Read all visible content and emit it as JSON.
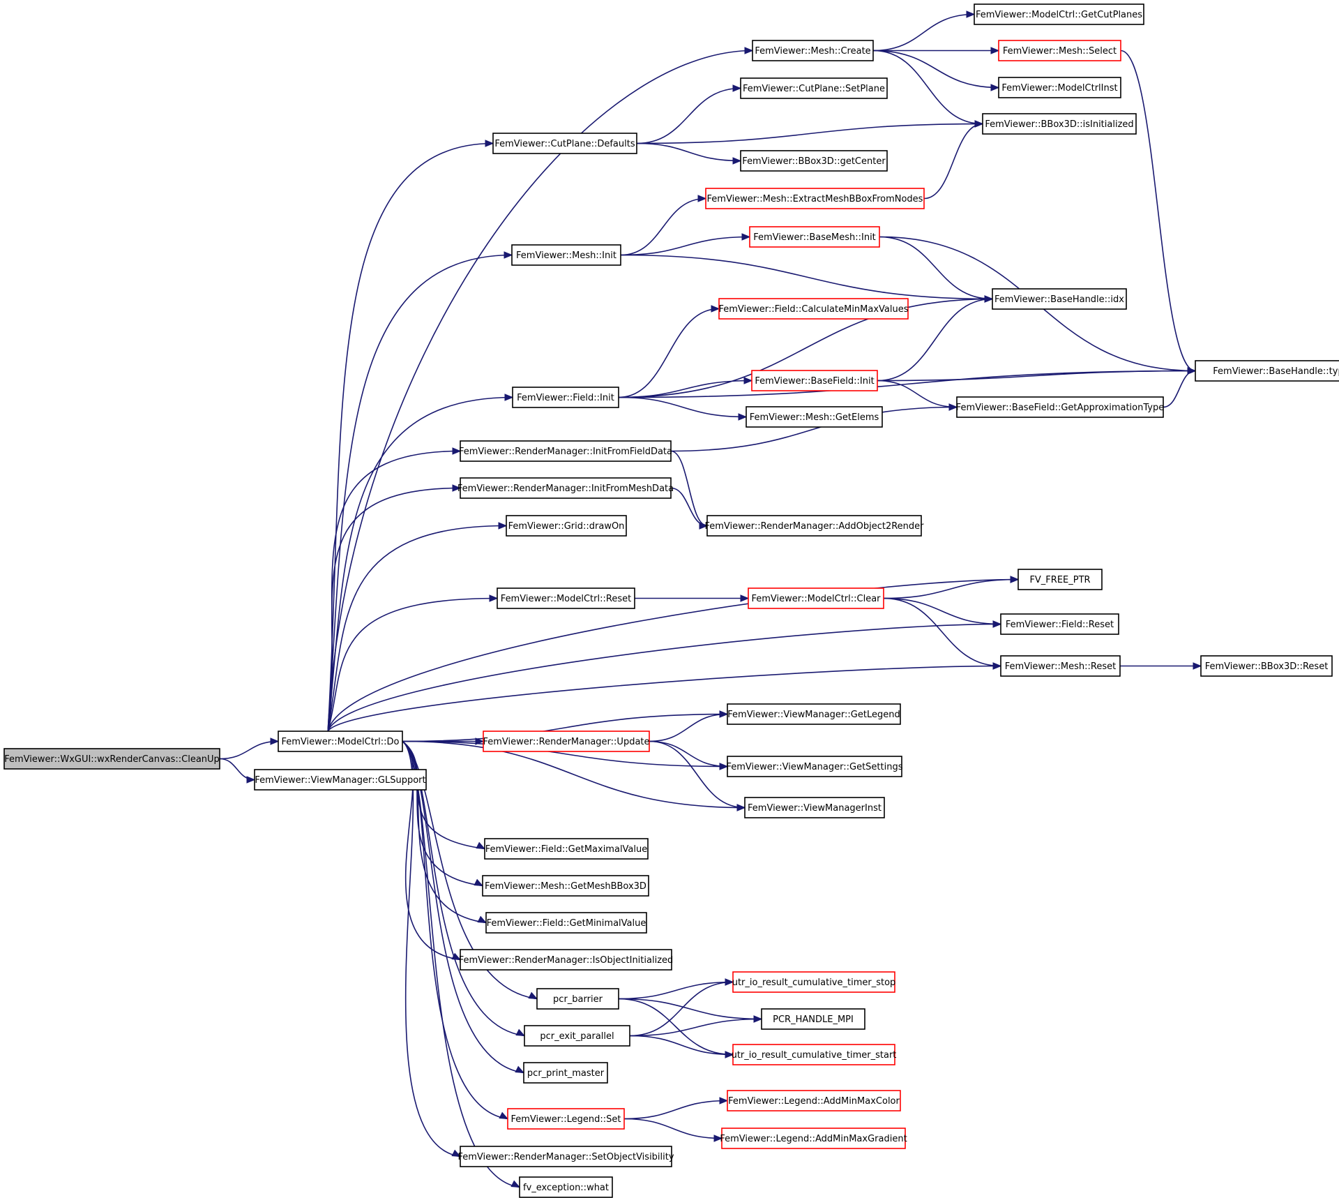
{
  "colors": {
    "edge": "#191970",
    "node_border": "#000000",
    "node_border_highlight": "#ff0000",
    "node_fill": "#ffffff",
    "root_fill": "#bfbfbf"
  },
  "nodes": [
    {
      "id": "root",
      "label": "FemViewer::WxGUI::wxRenderCanvas::CleanUp",
      "style": "root"
    },
    {
      "id": "do",
      "label": "FemViewer::ModelCtrl::Do",
      "style": "normal"
    },
    {
      "id": "glsupport",
      "label": "FemViewer::ViewManager::GLSupport",
      "style": "normal"
    },
    {
      "id": "mesh_create",
      "label": "FemViewer::Mesh::Create",
      "style": "normal"
    },
    {
      "id": "getcutplanes",
      "label": "FemViewer::ModelCtrl::GetCutPlanes",
      "style": "normal"
    },
    {
      "id": "mesh_select",
      "label": "FemViewer::Mesh::Select",
      "style": "red"
    },
    {
      "id": "modelctrlinst",
      "label": "FemViewer::ModelCtrlInst",
      "style": "normal"
    },
    {
      "id": "isinit",
      "label": "FemViewer::BBox3D::isInitialized",
      "style": "normal"
    },
    {
      "id": "setplane",
      "label": "FemViewer::CutPlane::SetPlane",
      "style": "normal"
    },
    {
      "id": "defaults",
      "label": "FemViewer::CutPlane::Defaults",
      "style": "normal"
    },
    {
      "id": "getcenter",
      "label": "FemViewer::BBox3D::getCenter",
      "style": "normal"
    },
    {
      "id": "extract",
      "label": "FemViewer::Mesh::ExtractMeshBBoxFromNodes",
      "style": "red"
    },
    {
      "id": "mesh_init",
      "label": "FemViewer::Mesh::Init",
      "style": "normal"
    },
    {
      "id": "basemesh_init",
      "label": "FemViewer::BaseMesh::Init",
      "style": "red"
    },
    {
      "id": "idx",
      "label": "FemViewer::BaseHandle::idx",
      "style": "normal"
    },
    {
      "id": "calcminmax",
      "label": "FemViewer::Field::CalculateMinMaxValues",
      "style": "red"
    },
    {
      "id": "type",
      "label": "FemViewer::BaseHandle::type",
      "style": "normal"
    },
    {
      "id": "field_init",
      "label": "FemViewer::Field::Init",
      "style": "normal"
    },
    {
      "id": "basefield_init",
      "label": "FemViewer::BaseField::Init",
      "style": "red"
    },
    {
      "id": "getelems",
      "label": "FemViewer::Mesh::GetElems",
      "style": "normal"
    },
    {
      "id": "getapprox",
      "label": "FemViewer::BaseField::GetApproximationType",
      "style": "normal"
    },
    {
      "id": "initfield",
      "label": "FemViewer::RenderManager::InitFromFieldData",
      "style": "normal"
    },
    {
      "id": "initmesh",
      "label": "FemViewer::RenderManager::InitFromMeshData",
      "style": "normal"
    },
    {
      "id": "drawon",
      "label": "FemViewer::Grid::drawOn",
      "style": "normal"
    },
    {
      "id": "addobj",
      "label": "FemViewer::RenderManager::AddObject2Render",
      "style": "normal"
    },
    {
      "id": "fvfree",
      "label": "FV_FREE_PTR",
      "style": "normal"
    },
    {
      "id": "mc_reset",
      "label": "FemViewer::ModelCtrl::Reset",
      "style": "normal"
    },
    {
      "id": "mc_clear",
      "label": "FemViewer::ModelCtrl::Clear",
      "style": "red"
    },
    {
      "id": "field_reset",
      "label": "FemViewer::Field::Reset",
      "style": "normal"
    },
    {
      "id": "mesh_reset",
      "label": "FemViewer::Mesh::Reset",
      "style": "normal"
    },
    {
      "id": "bbox_reset",
      "label": "FemViewer::BBox3D::Reset",
      "style": "normal"
    },
    {
      "id": "getlegend",
      "label": "FemViewer::ViewManager::GetLegend",
      "style": "normal"
    },
    {
      "id": "rm_update",
      "label": "FemViewer::RenderManager::Update",
      "style": "red"
    },
    {
      "id": "getsettings",
      "label": "FemViewer::ViewManager::GetSettings",
      "style": "normal"
    },
    {
      "id": "viewmgrinst",
      "label": "FemViewer::ViewManagerInst",
      "style": "normal"
    },
    {
      "id": "getmax",
      "label": "FemViewer::Field::GetMaximalValue",
      "style": "normal"
    },
    {
      "id": "getbbox",
      "label": "FemViewer::Mesh::GetMeshBBox3D",
      "style": "normal"
    },
    {
      "id": "getmin",
      "label": "FemViewer::Field::GetMinimalValue",
      "style": "normal"
    },
    {
      "id": "isobjinit",
      "label": "FemViewer::RenderManager::IsObjectInitialized",
      "style": "normal"
    },
    {
      "id": "timerstop",
      "label": "utr_io_result_cumulative_timer_stop",
      "style": "red"
    },
    {
      "id": "pcr_barrier",
      "label": "pcr_barrier",
      "style": "normal"
    },
    {
      "id": "pcr_handle",
      "label": "PCR_HANDLE_MPI",
      "style": "normal"
    },
    {
      "id": "pcr_exit",
      "label": "pcr_exit_parallel",
      "style": "normal"
    },
    {
      "id": "timerstart",
      "label": "utr_io_result_cumulative_timer_start",
      "style": "red"
    },
    {
      "id": "pcr_print",
      "label": "pcr_print_master",
      "style": "normal"
    },
    {
      "id": "addminmaxcolor",
      "label": "FemViewer::Legend::AddMinMaxColor",
      "style": "red"
    },
    {
      "id": "legend_set",
      "label": "FemViewer::Legend::Set",
      "style": "red"
    },
    {
      "id": "addminmaxgrad",
      "label": "FemViewer::Legend::AddMinMaxGradient",
      "style": "red"
    },
    {
      "id": "setvis",
      "label": "FemViewer::RenderManager::SetObjectVisibility",
      "style": "normal"
    },
    {
      "id": "fvexc",
      "label": "fv_exception::what",
      "style": "normal"
    }
  ],
  "edges": [
    [
      "root",
      "do"
    ],
    [
      "root",
      "glsupport"
    ],
    [
      "do",
      "mesh_create"
    ],
    [
      "do",
      "defaults"
    ],
    [
      "do",
      "mesh_init"
    ],
    [
      "do",
      "field_init"
    ],
    [
      "do",
      "initfield"
    ],
    [
      "do",
      "initmesh"
    ],
    [
      "do",
      "drawon"
    ],
    [
      "do",
      "fvfree"
    ],
    [
      "do",
      "mc_reset"
    ],
    [
      "do",
      "field_reset"
    ],
    [
      "do",
      "mesh_reset"
    ],
    [
      "do",
      "getlegend"
    ],
    [
      "do",
      "rm_update"
    ],
    [
      "do",
      "getsettings"
    ],
    [
      "do",
      "viewmgrinst"
    ],
    [
      "do",
      "getmax"
    ],
    [
      "do",
      "getbbox"
    ],
    [
      "do",
      "getmin"
    ],
    [
      "do",
      "isobjinit"
    ],
    [
      "do",
      "pcr_barrier"
    ],
    [
      "do",
      "pcr_exit"
    ],
    [
      "do",
      "pcr_print"
    ],
    [
      "do",
      "legend_set"
    ],
    [
      "do",
      "setvis"
    ],
    [
      "do",
      "fvexc"
    ],
    [
      "mesh_create",
      "getcutplanes"
    ],
    [
      "mesh_create",
      "mesh_select"
    ],
    [
      "mesh_create",
      "modelctrlinst"
    ],
    [
      "mesh_create",
      "isinit"
    ],
    [
      "mesh_select",
      "type"
    ],
    [
      "defaults",
      "setplane"
    ],
    [
      "defaults",
      "isinit"
    ],
    [
      "defaults",
      "getcenter"
    ],
    [
      "extract",
      "isinit"
    ],
    [
      "mesh_init",
      "extract"
    ],
    [
      "mesh_init",
      "basemesh_init"
    ],
    [
      "mesh_init",
      "idx"
    ],
    [
      "basemesh_init",
      "idx"
    ],
    [
      "basemesh_init",
      "type"
    ],
    [
      "field_init",
      "calcminmax"
    ],
    [
      "field_init",
      "idx"
    ],
    [
      "field_init",
      "basefield_init"
    ],
    [
      "field_init",
      "getelems"
    ],
    [
      "field_init",
      "type"
    ],
    [
      "basefield_init",
      "idx"
    ],
    [
      "basefield_init",
      "type"
    ],
    [
      "basefield_init",
      "getapprox"
    ],
    [
      "getapprox",
      "type"
    ],
    [
      "initfield",
      "getapprox"
    ],
    [
      "initfield",
      "addobj"
    ],
    [
      "initmesh",
      "addobj"
    ],
    [
      "mc_reset",
      "mc_clear"
    ],
    [
      "mc_clear",
      "fvfree"
    ],
    [
      "mc_clear",
      "field_reset"
    ],
    [
      "mc_clear",
      "mesh_reset"
    ],
    [
      "mesh_reset",
      "bbox_reset"
    ],
    [
      "rm_update",
      "getlegend"
    ],
    [
      "rm_update",
      "getsettings"
    ],
    [
      "rm_update",
      "viewmgrinst"
    ],
    [
      "pcr_barrier",
      "timerstop"
    ],
    [
      "pcr_barrier",
      "pcr_handle"
    ],
    [
      "pcr_barrier",
      "timerstart"
    ],
    [
      "pcr_exit",
      "timerstop"
    ],
    [
      "pcr_exit",
      "pcr_handle"
    ],
    [
      "pcr_exit",
      "timerstart"
    ],
    [
      "legend_set",
      "addminmaxcolor"
    ],
    [
      "legend_set",
      "addminmaxgrad"
    ]
  ]
}
